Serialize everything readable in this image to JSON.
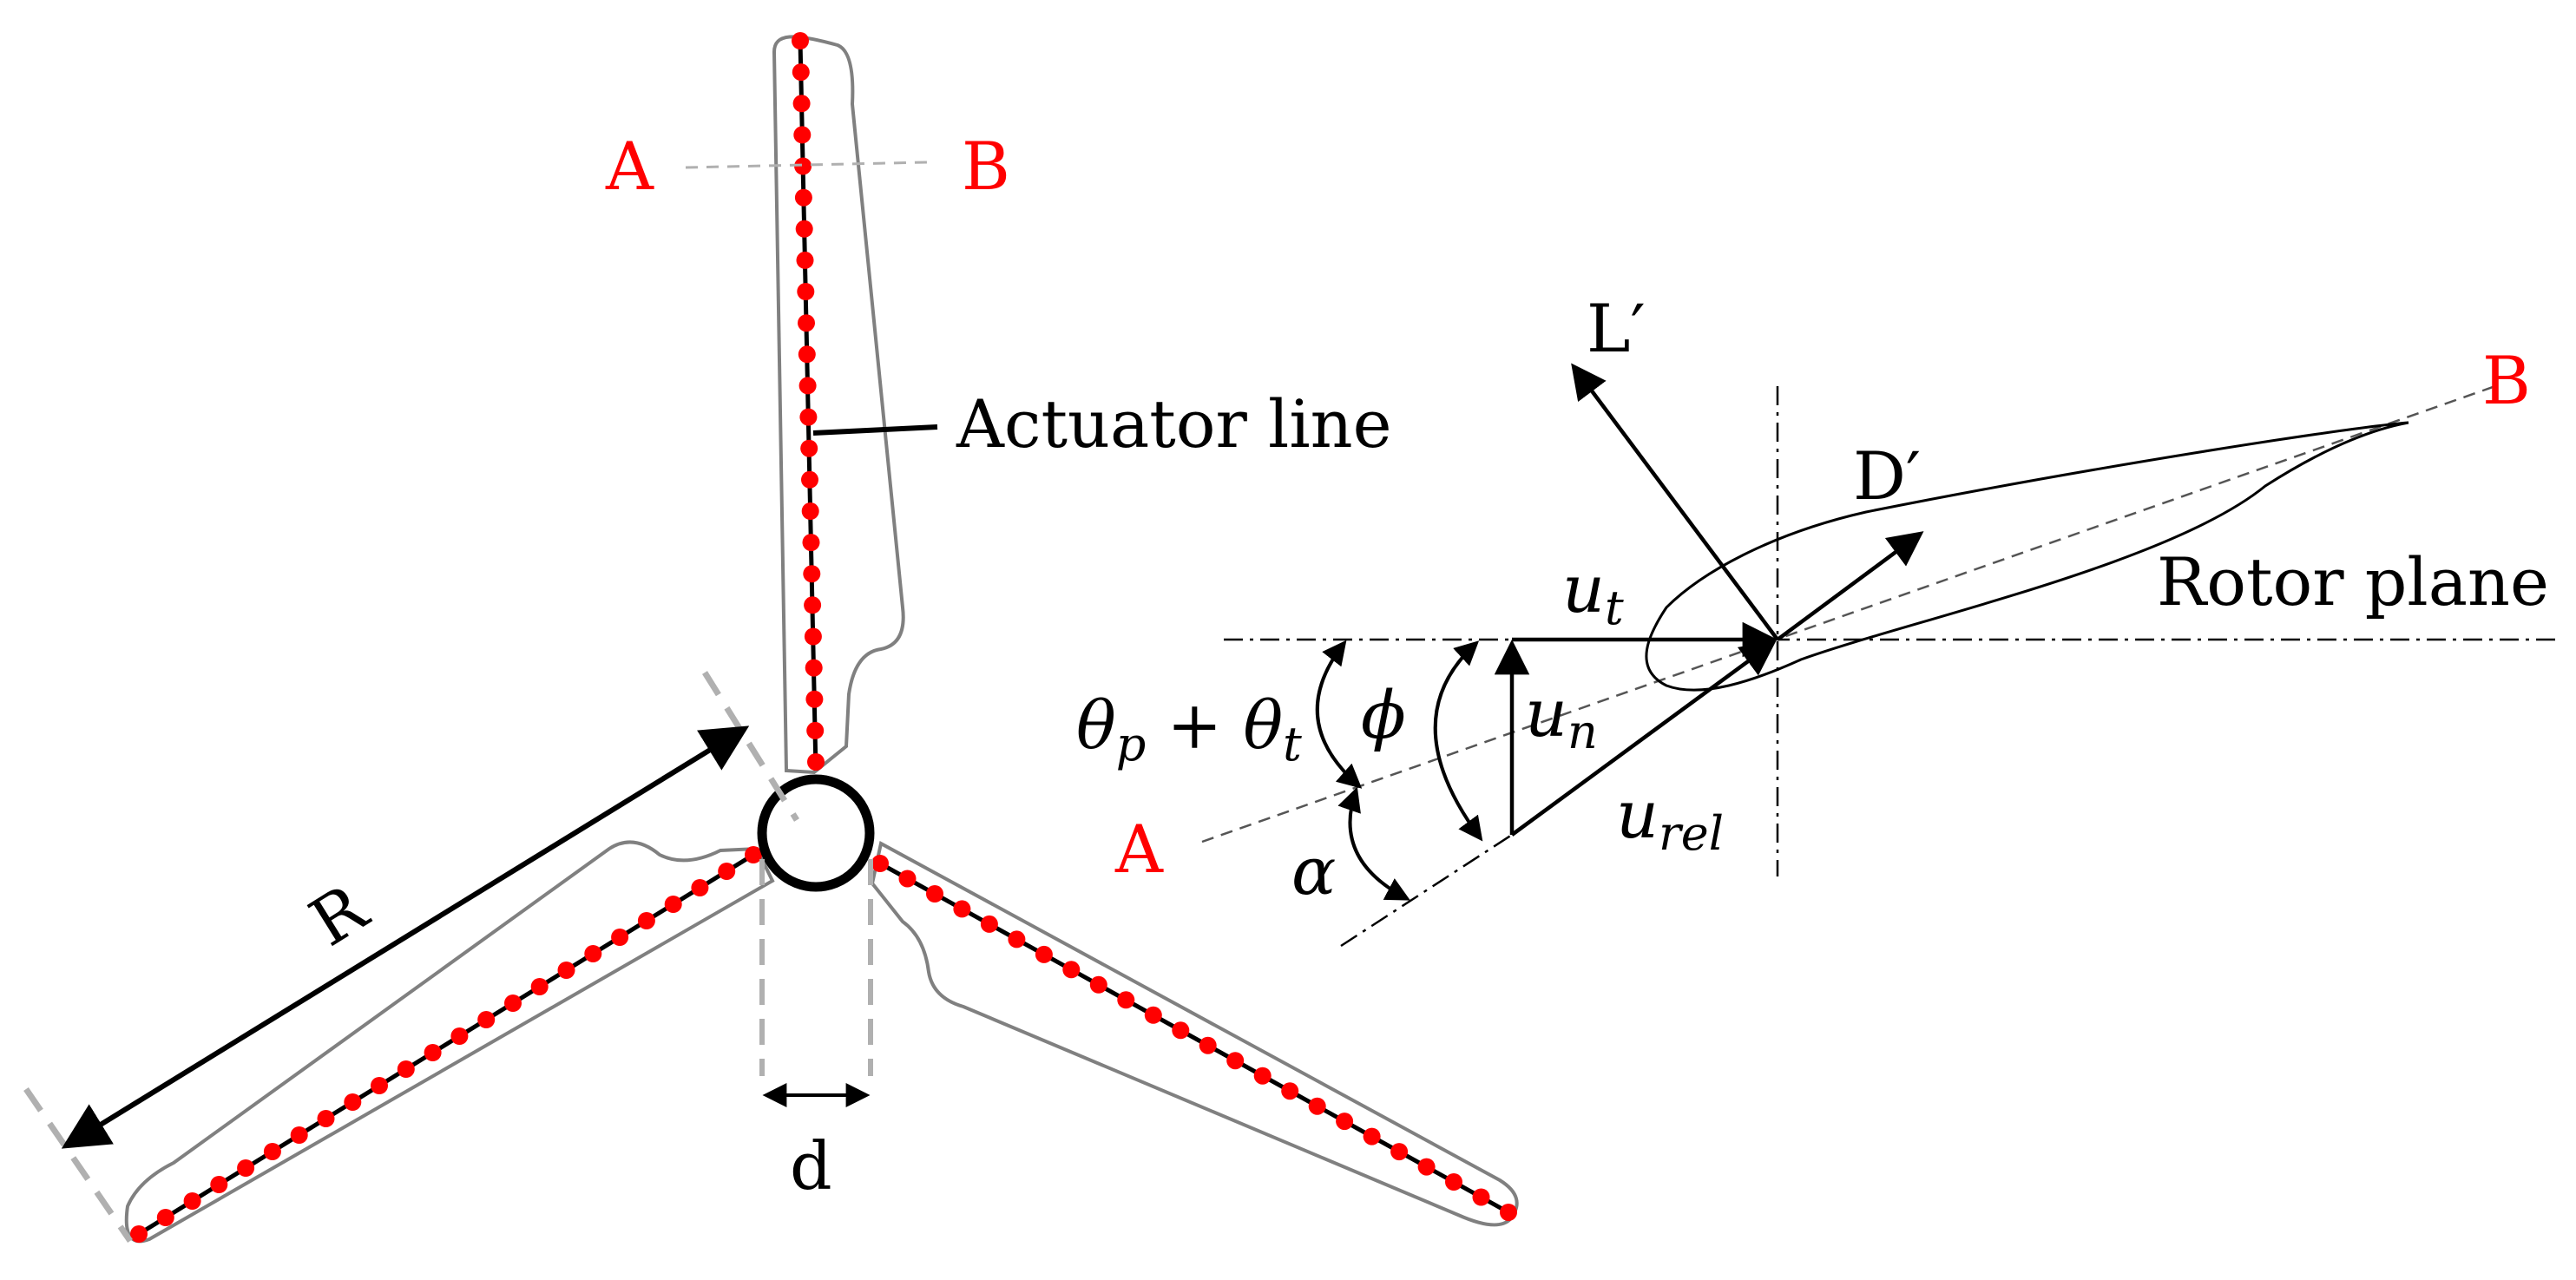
{
  "colors": {
    "marker": "#ff0000",
    "section_label": "#ff0000",
    "outline": "#808080",
    "dashed": "#a0a0a0",
    "ink": "#000000"
  },
  "labels": {
    "section_a": "A",
    "section_b": "B",
    "actuator_line": "Actuator line",
    "radius": "R",
    "hub_diameter": "d",
    "lift": "L′",
    "drag": "D′",
    "rotor_plane": "Rotor plane",
    "u_t_base": "u",
    "u_t_sub": "t",
    "u_n_base": "u",
    "u_n_sub": "n",
    "u_rel_base": "u",
    "u_rel_sub": "rel",
    "phi": "ϕ",
    "alpha": "α",
    "theta_base_1": "θ",
    "theta_sub_1": "p",
    "theta_plus": " + ",
    "theta_base_2": "θ",
    "theta_sub_2": "t"
  }
}
